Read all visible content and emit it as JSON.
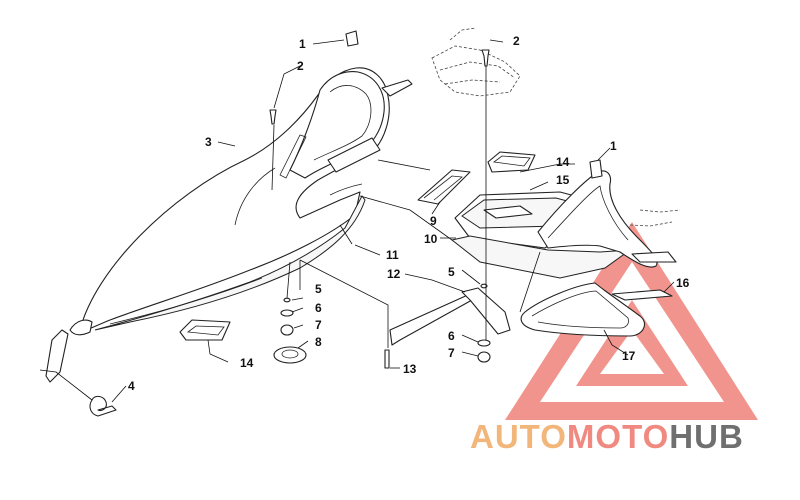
{
  "callouts": [
    {
      "id": "c1a",
      "label": "1"
    },
    {
      "id": "c2a",
      "label": "2"
    },
    {
      "id": "c2b",
      "label": "2"
    },
    {
      "id": "c3",
      "label": "3"
    },
    {
      "id": "c1b",
      "label": "1"
    },
    {
      "id": "c14a",
      "label": "14"
    },
    {
      "id": "c15",
      "label": "15"
    },
    {
      "id": "c9",
      "label": "9"
    },
    {
      "id": "c10",
      "label": "10"
    },
    {
      "id": "c11",
      "label": "11"
    },
    {
      "id": "c12",
      "label": "12"
    },
    {
      "id": "c5a",
      "label": "5"
    },
    {
      "id": "c5b",
      "label": "5"
    },
    {
      "id": "c6a",
      "label": "6"
    },
    {
      "id": "c7a",
      "label": "7"
    },
    {
      "id": "c8",
      "label": "8"
    },
    {
      "id": "c16",
      "label": "16"
    },
    {
      "id": "c6b",
      "label": "6"
    },
    {
      "id": "c7b",
      "label": "7"
    },
    {
      "id": "c17",
      "label": "17"
    },
    {
      "id": "c4",
      "label": "4"
    },
    {
      "id": "c14b",
      "label": "14"
    },
    {
      "id": "c13",
      "label": "13"
    }
  ],
  "watermark": {
    "part1": "AUTO",
    "part2": "MOTO",
    "part3": "HUB",
    "colors": {
      "auto": "#f2b67a",
      "moto": "#f08a80",
      "hub": "#6f6f6f",
      "triangle": "#f07a72"
    }
  }
}
